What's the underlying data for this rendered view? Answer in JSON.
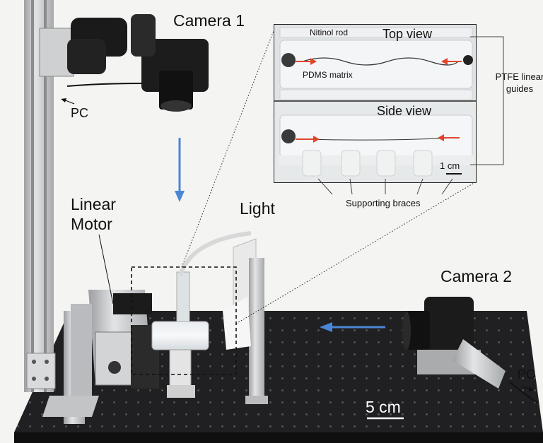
{
  "labels": {
    "camera1": "Camera 1",
    "camera2": "Camera 2",
    "pc_top": "PC",
    "pc_right": "PC",
    "linear_motor_line1": "Linear",
    "linear_motor_line2": "Motor",
    "light": "Light",
    "scale_main": "5 cm"
  },
  "inset": {
    "nitinol_rod": "Nitinol rod",
    "top_view": "Top view",
    "pdms_matrix": "PDMS matrix",
    "ptfe_line1": "PTFE linear",
    "ptfe_line2": "guides",
    "side_view": "Side view",
    "scale_inset": "1 cm",
    "supporting_braces": "Supporting braces"
  },
  "colors": {
    "background": "#f4f4f2",
    "table": "#1f1f21",
    "arrow_blue": "#4a86d6",
    "arrow_red": "#e0452a",
    "aluminum": "#c9cbcd"
  }
}
